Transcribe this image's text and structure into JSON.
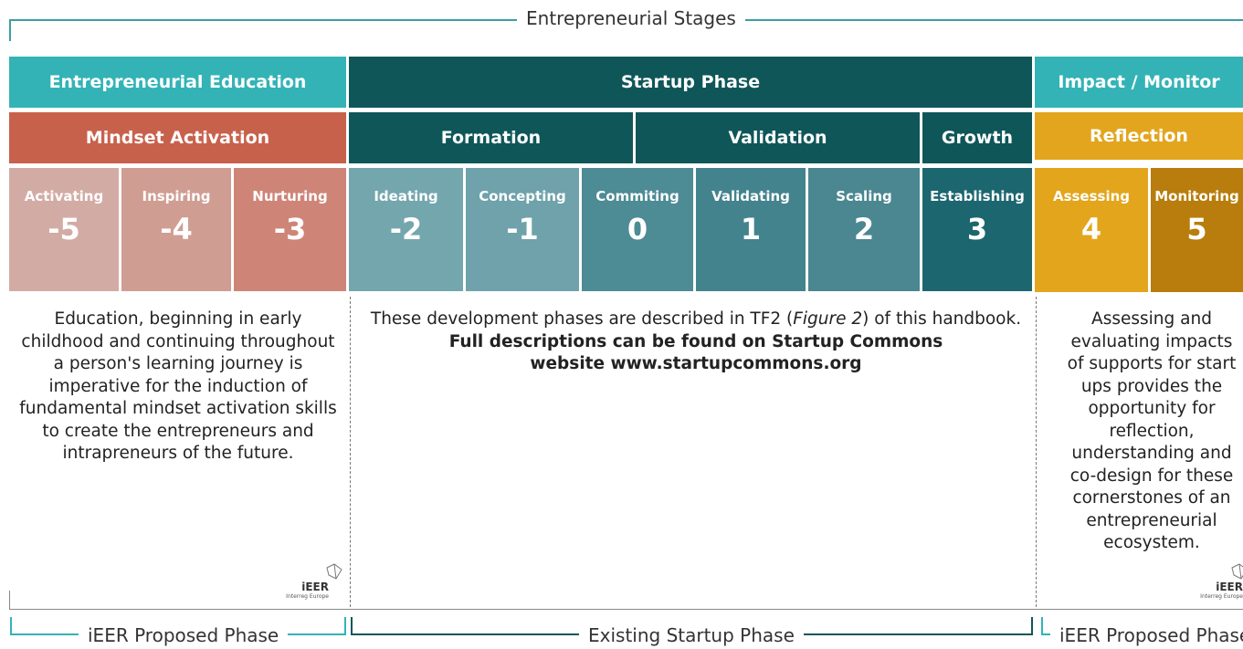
{
  "top_title": "Entrepreneurial Stages",
  "colors": {
    "edu_teal": "#33b3b6",
    "startup_dark": "#0f5659",
    "impact_gold": "#e3a51c",
    "mindset": "#c8614c",
    "reflection": "#e2a51d"
  },
  "groups": [
    {
      "title": "Entrepreneurial Education"
    },
    {
      "title": "Startup Phase"
    },
    {
      "title": "Impact / Monitor"
    }
  ],
  "subgroups": [
    {
      "title": "Mindset Activation"
    },
    {
      "title": "Formation"
    },
    {
      "title": "Validation"
    },
    {
      "title": "Growth"
    },
    {
      "title": "Reflection"
    }
  ],
  "stages": [
    {
      "label": "Activating",
      "value": "-5",
      "color": "#d3aba5"
    },
    {
      "label": "Inspiring",
      "value": "-4",
      "color": "#d09d93"
    },
    {
      "label": "Nurturing",
      "value": "-3",
      "color": "#ce8578"
    },
    {
      "label": "Ideating",
      "value": "-2",
      "color": "#74a6ae"
    },
    {
      "label": "Concepting",
      "value": "-1",
      "color": "#6fa2ab"
    },
    {
      "label": "Commiting",
      "value": "0",
      "color": "#4d8b95"
    },
    {
      "label": "Validating",
      "value": "1",
      "color": "#43838e"
    },
    {
      "label": "Scaling",
      "value": "2",
      "color": "#4a8791"
    },
    {
      "label": "Establishing",
      "value": "3",
      "color": "#1c6670"
    },
    {
      "label": "Assessing",
      "value": "4",
      "color": "#e3a51c"
    },
    {
      "label": "Monitoring",
      "value": "5",
      "color": "#b87d0c"
    }
  ],
  "descriptions": {
    "education": "Education, beginning in early childhood and continuing throughout a person's learning journey is imperative for the induction of fundamental mindset activation skills to create the entrepreneurs and intrapreneurs of the future.",
    "startup_line1_pre": "These development phases are described in TF2 (",
    "startup_line1_italic": "Figure 2",
    "startup_line1_post": ") of this handbook.",
    "startup_bold": "Full descriptions can be found on Startup Commons website www.startupcommons.org",
    "impact": "Assessing and evaluating impacts of supports for start ups provides the opportunity for reflection, understanding and co-design for these cornerstones of an entrepreneurial ecosystem."
  },
  "logo": {
    "name": "iEER",
    "sub": "Interreg Europe"
  },
  "footer": {
    "left": "iEER Proposed Phase",
    "middle": "Existing Startup Phase",
    "right": "iEER Proposed Phase"
  }
}
